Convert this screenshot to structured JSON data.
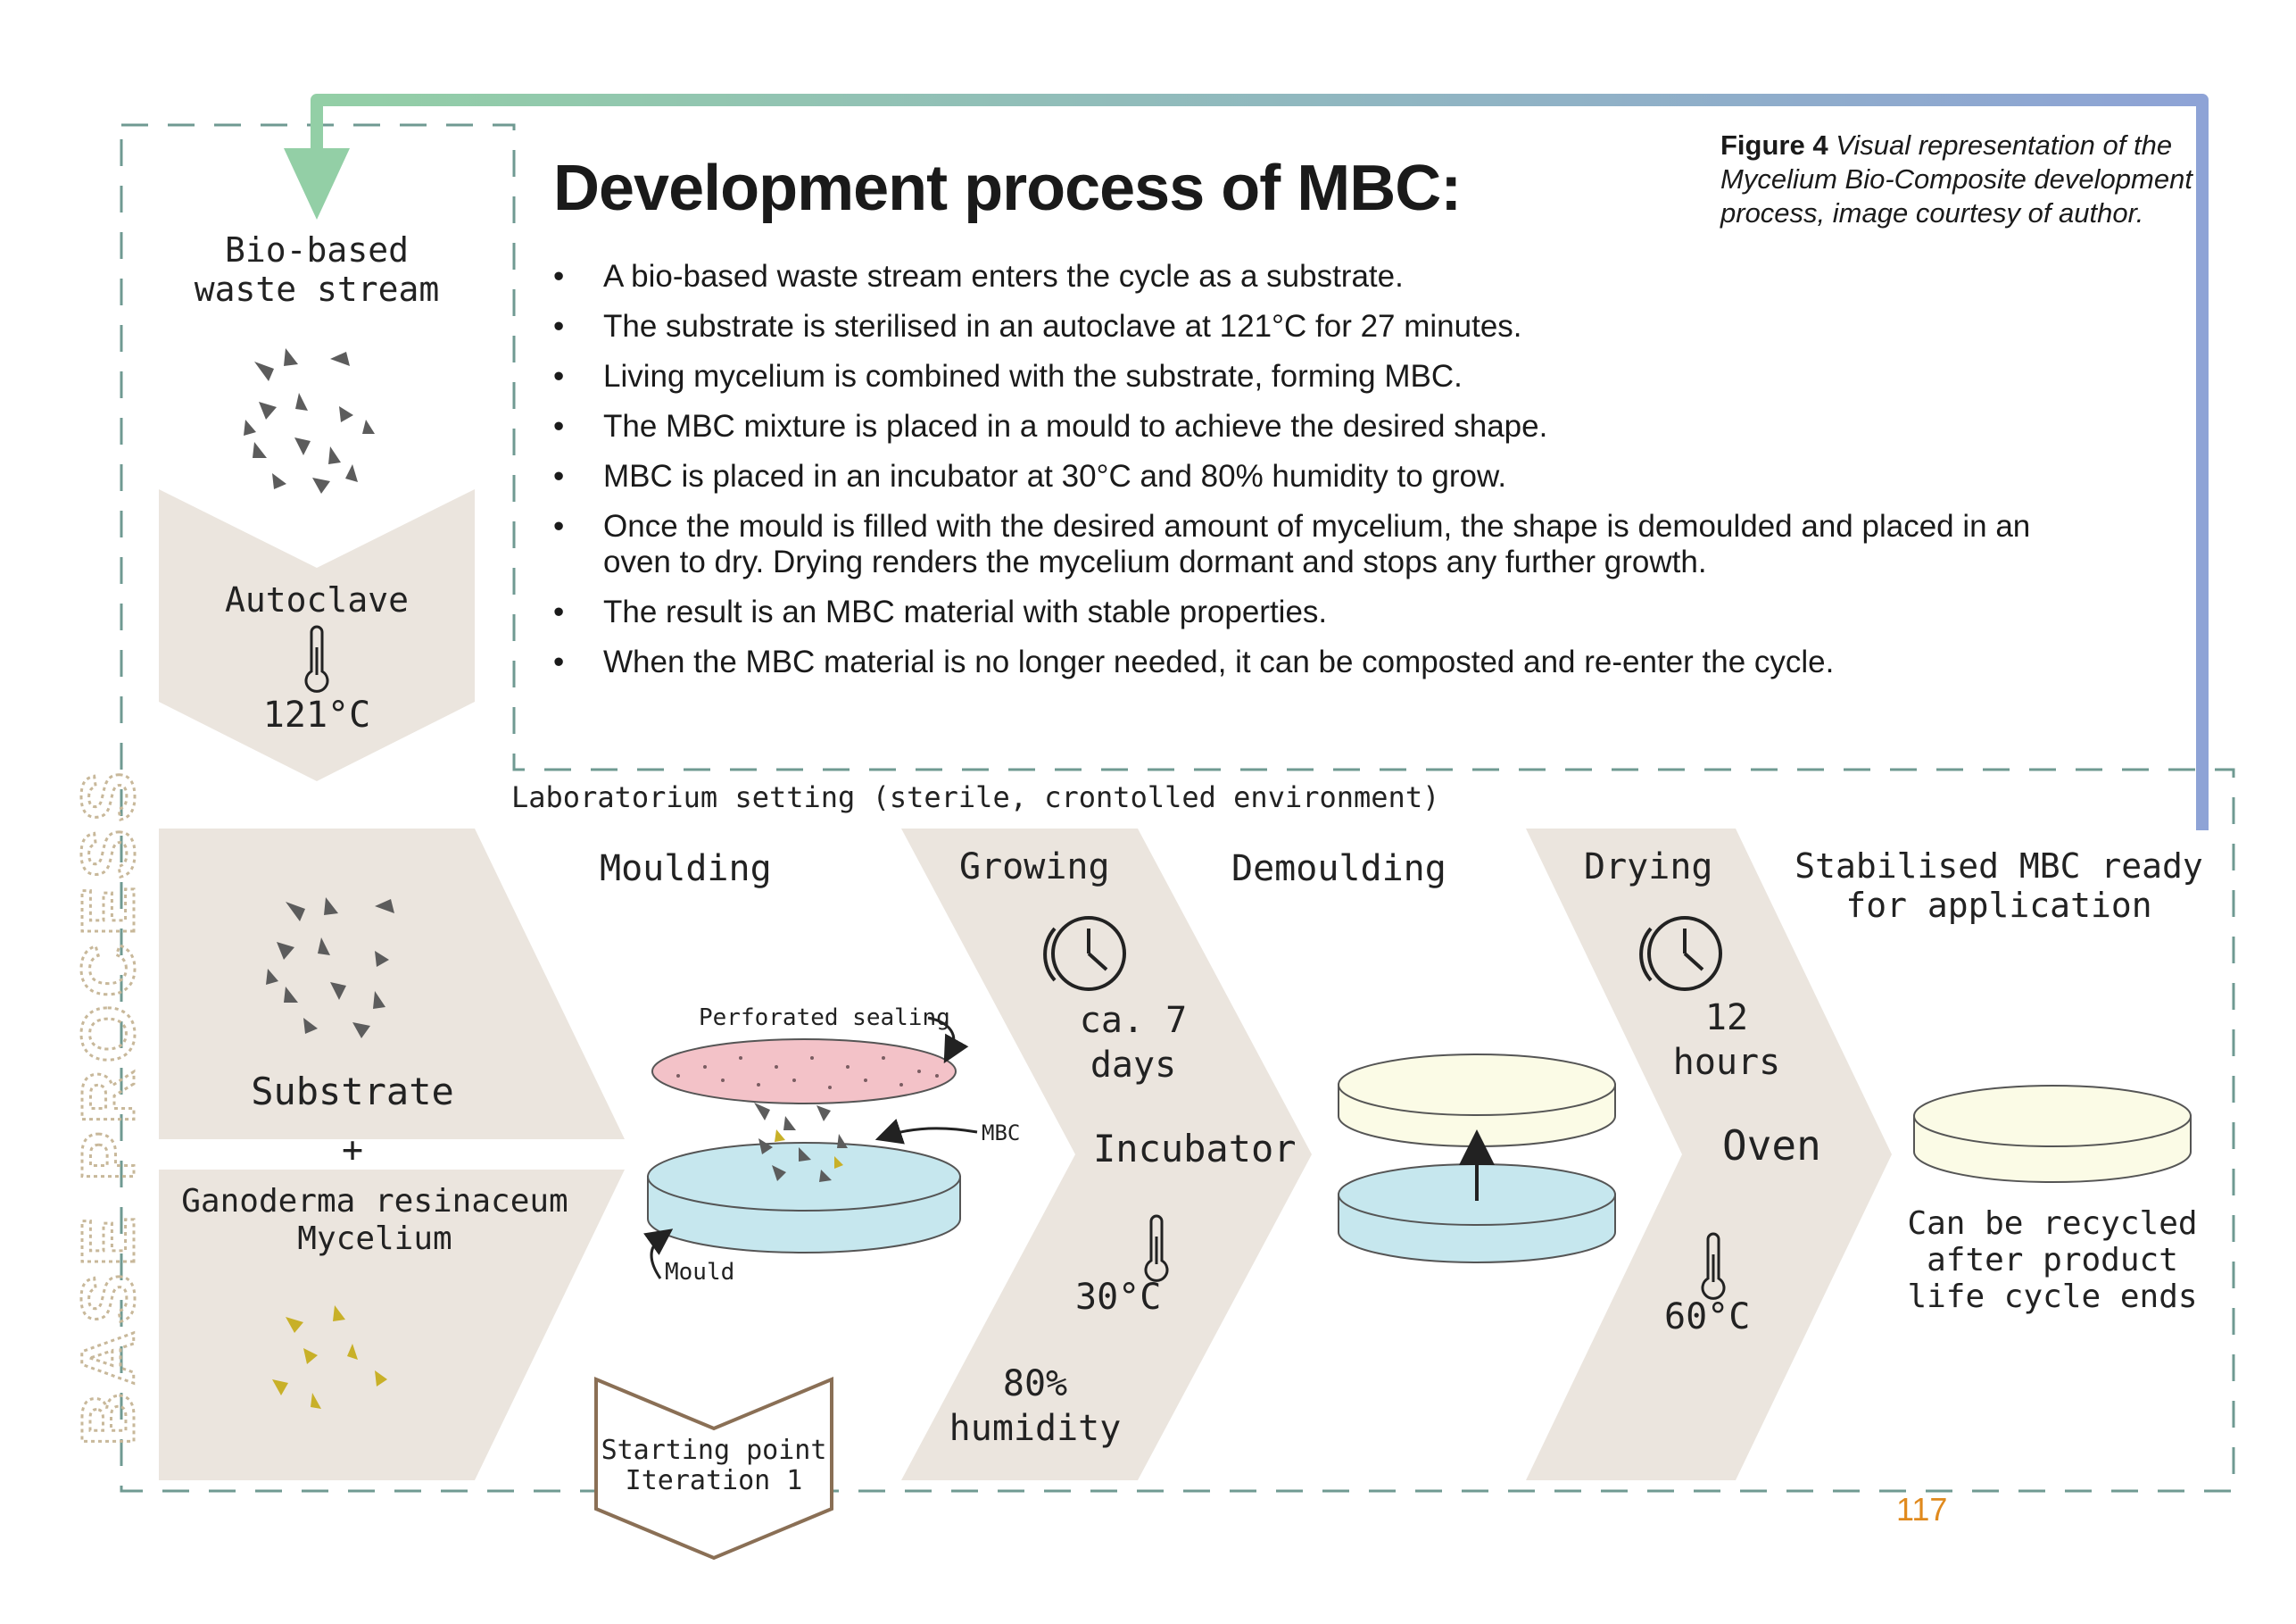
{
  "header": {
    "title": "Development process of MBC:",
    "figure_label": "Figure 4",
    "figure_caption": "Visual representation of the Mycelium Bio-Composite development process, image courtesy of author."
  },
  "bullets": [
    "A bio-based waste stream enters the cycle as a substrate.",
    "The substrate is sterilised in an autoclave at 121°C for 27 minutes.",
    "Living mycelium is combined with the substrate, forming MBC.",
    "The MBC mixture is placed in a mould to achieve the desired shape.",
    "MBC is placed in an incubator at 30°C and 80% humidity to grow.",
    "Once the mould is filled with the desired amount of mycelium, the shape is demoulded and placed in an oven to dry. Drying renders the mycelium dormant and stops any further growth.",
    "The result is an MBC material with stable properties.",
    "When the MBC material is no longer needed, it can be composted and re-enter the cycle."
  ],
  "side": {
    "waste_stream": "Bio-based waste stream",
    "autoclave": "Autoclave",
    "autoclave_temp": "121°C",
    "vertical_label": "BASE PROCESS"
  },
  "lab_label": "Laboratorium setting (sterile, crontolled environment)",
  "inputs": {
    "substrate": "Substrate",
    "plus": "+",
    "mycelium": "Ganoderma resinaceum Mycelium"
  },
  "moulding": {
    "title": "Moulding",
    "perforated": "Perforated sealing",
    "mbc": "MBC",
    "mould": "Mould",
    "start": "Starting point Iteration 1"
  },
  "growing": {
    "title": "Growing",
    "duration": "ca. 7 days",
    "place": "Incubator",
    "temp": "30°C",
    "humidity": "80% humidity"
  },
  "demoulding": {
    "title": "Demoulding"
  },
  "drying": {
    "title": "Drying",
    "duration": "12 hours",
    "place": "Oven",
    "temp": "60°C"
  },
  "result": {
    "title": "Stabilised MBC ready for application",
    "note": "Can be recycled after product life cycle ends"
  },
  "page_number": "117",
  "colors": {
    "chevron": "#ebe5de",
    "dash": "#6f9a92",
    "arrow_start": "#93cfa6",
    "arrow_end": "#8ea3d6",
    "mould_blue": "#c6e7ee",
    "seal_pink": "#f3c2c8",
    "disc_cream": "#fbfbe6",
    "mycelium_gold": "#c8b028",
    "page_number": "#e08a1e"
  }
}
